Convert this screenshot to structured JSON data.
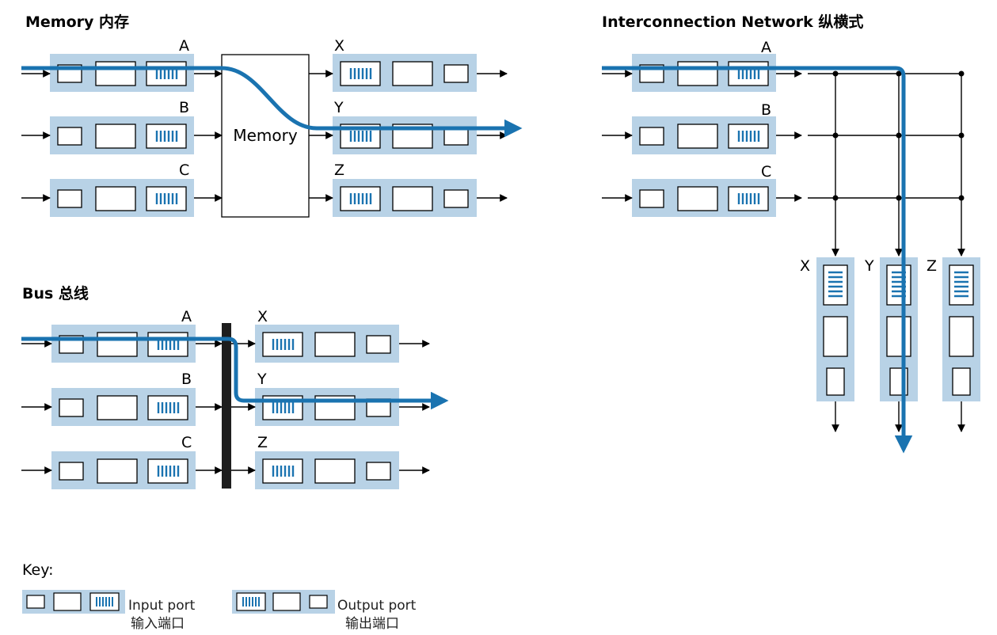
{
  "sections": {
    "memory": {
      "title": "Memory 内存",
      "inputs": [
        "A",
        "B",
        "C"
      ],
      "outputs": [
        "X",
        "Y",
        "Z"
      ],
      "box_label": "Memory"
    },
    "bus": {
      "title": "Bus 总线",
      "inputs": [
        "A",
        "B",
        "C"
      ],
      "outputs": [
        "X",
        "Y",
        "Z"
      ]
    },
    "crossbar": {
      "title": "Interconnection Network 纵横式",
      "inputs": [
        "A",
        "B",
        "C"
      ],
      "outputs": [
        "X",
        "Y",
        "Z"
      ]
    }
  },
  "key": {
    "title": "Key:",
    "input_port": "Input port",
    "input_port_cn": "输入端口",
    "output_port": "Output port",
    "output_port_cn": "输出端口"
  },
  "colors": {
    "port_bg": "#b8d2e6",
    "path": "#1a73b0",
    "queue": "#1a73b0",
    "bus_bar": "#1e1e1e"
  }
}
